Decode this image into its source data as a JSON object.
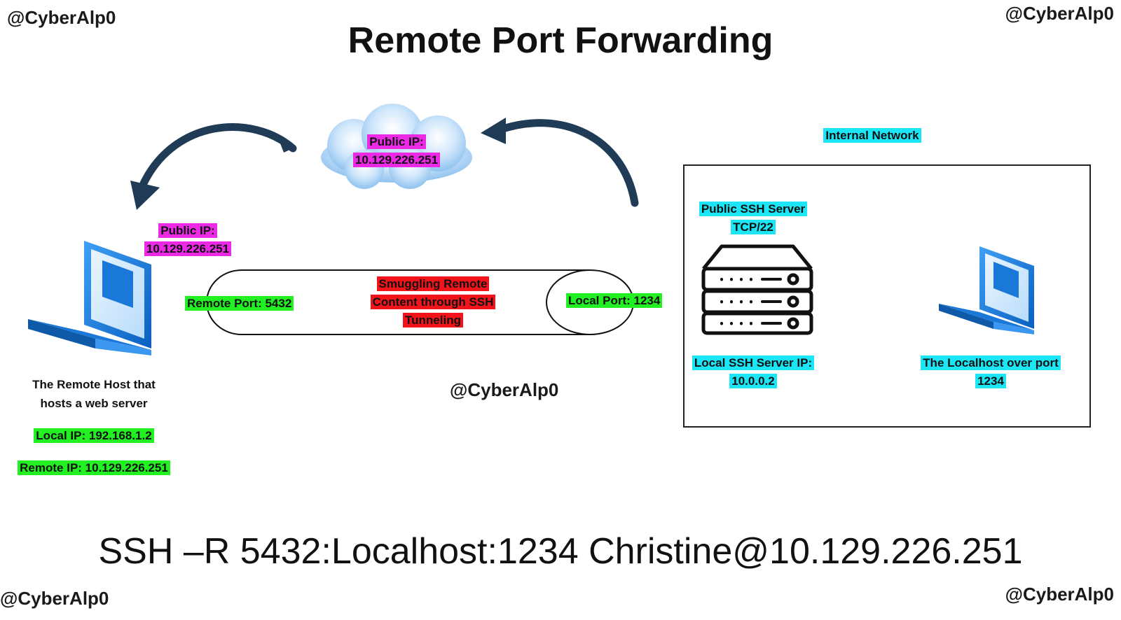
{
  "watermark": "@CyberAlp0",
  "title": "Remote Port Forwarding",
  "cloud": {
    "line1": "Public IP:",
    "line2": "10.129.226.251"
  },
  "remote_host": {
    "public_ip_label": "Public IP:",
    "public_ip": "10.129.226.251",
    "description_line1": "The Remote Host that",
    "description_line2": "hosts a web server",
    "local_ip": "Local IP: 192.168.1.2",
    "remote_ip": "Remote IP: 10.129.226.251"
  },
  "tunnel": {
    "remote_port": "Remote Port: 5432",
    "local_port": "Local Port: 1234",
    "line1": "Smuggling Remote",
    "line2": "Content through SSH",
    "line3": "Tunneling"
  },
  "internal_network": {
    "label": "Internal Network",
    "ssh_server_line1": "Public SSH Server",
    "ssh_server_line2": "TCP/22",
    "local_ssh_line1": "Local SSH Server IP:",
    "local_ssh_line2": "10.0.0.2",
    "localhost_line1": "The Localhost over port",
    "localhost_line2": "1234"
  },
  "command": "SSH –R 5432:Localhost:1234 Christine@10.129.226.251",
  "colors": {
    "magenta": "#ec2ae6",
    "green": "#22f022",
    "cyan": "#1ce6f6",
    "red": "#f2141a",
    "arrow": "#1f3b55",
    "laptop": "#1a78d8"
  }
}
